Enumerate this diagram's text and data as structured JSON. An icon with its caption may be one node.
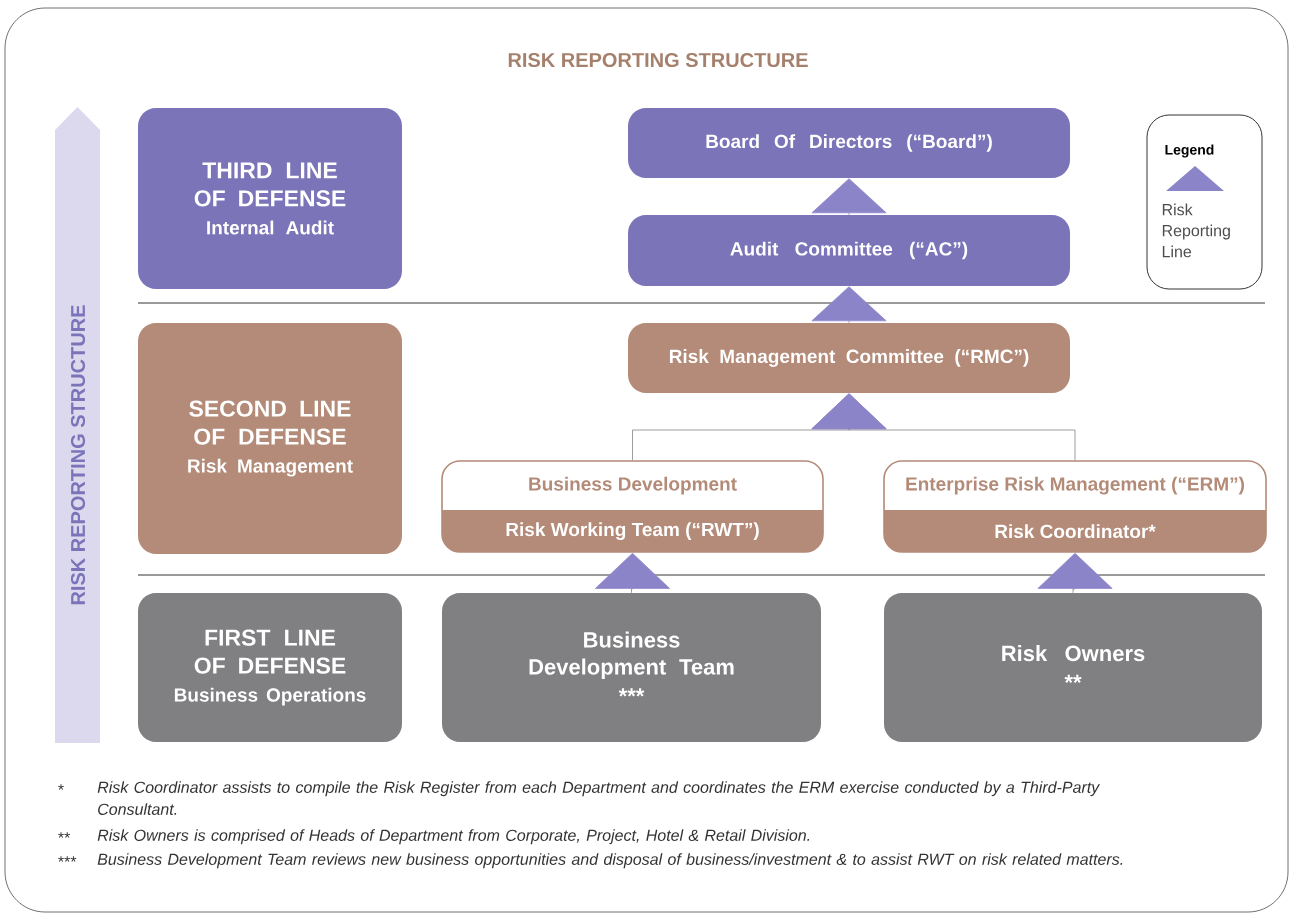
{
  "diagram": {
    "title": "RISK REPORTING STRUCTURE",
    "nodes": [
      {
        "text": [
          "THIRD LINE OF DEFENSE",
          "Internal Audit"
        ]
      },
      {
        "text": [
          "Board Of Directors (“Board”)"
        ]
      },
      {
        "text": [
          "Audit Committee (“AC”)"
        ]
      },
      {
        "text": [
          "SECOND LINE OF DEFENSE",
          "Risk Management"
        ]
      },
      {
        "text": [
          "Risk Management Committee (“RMC”)"
        ]
      },
      {
        "text": [
          "Business Development",
          "Risk Working Team (“RWT”)"
        ]
      },
      {
        "text": [
          "Enterprise Risk Management (“ERM”)",
          "Risk Coordinator*"
        ]
      },
      {
        "text": [
          "FIRST LINE OF DEFENSE",
          "Business Operations"
        ]
      },
      {
        "text": [
          "Business Development Team",
          "***"
        ]
      },
      {
        "text": [
          "Risk Owners",
          "**"
        ]
      }
    ],
    "edges": [
      {
        "from": 2,
        "to": 1,
        "arrow": "to"
      },
      {
        "from": 4,
        "to": 2,
        "arrow": "to"
      },
      {
        "from": 5,
        "to": 4,
        "arrow": "to"
      },
      {
        "from": 6,
        "to": 4,
        "arrow": "to"
      },
      {
        "from": 8,
        "to": 5,
        "arrow": "to"
      },
      {
        "from": 9,
        "to": 6,
        "arrow": "to"
      }
    ],
    "labels": [
      "RISK REPORTING STRUCTURE",
      "Legend",
      "*",
      "Risk Coordinator assists to compile the Risk Register from each Department and coordinates the ERM exercise conducted by a Third-Party Consultant.",
      "**",
      "Risk Owners is comprised of Heads of Department from Corporate, Project, Hotel & Retail Division.",
      "***",
      "Business Development Team reviews new business opportunities and disposal of business/investment & to assist RWT on risk related matters."
    ],
    "legend": [
      {
        "text": "Risk Reporting Line"
      }
    ]
  }
}
